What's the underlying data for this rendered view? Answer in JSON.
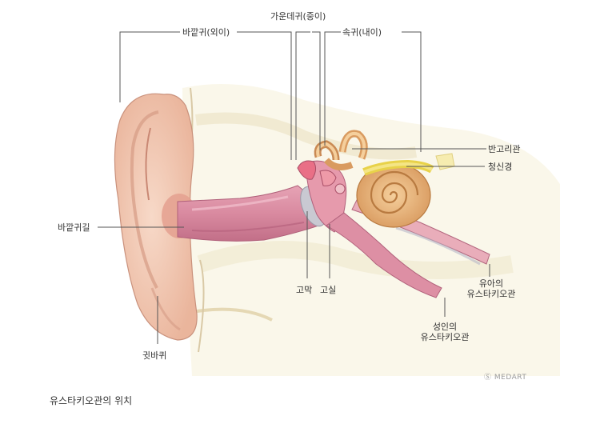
{
  "labels": {
    "outer_ear": "바깥귀(외이)",
    "middle_ear": "가운데귀(중이)",
    "inner_ear": "속귀(내이)",
    "semicircular_canal": "반고리관",
    "auditory_nerve": "청신경",
    "ear_canal": "바깥귀길",
    "eardrum": "고막",
    "tympanic_cavity": "고실",
    "infant_tube_line1": "유아의",
    "infant_tube_line2": "유스타키오관",
    "adult_tube_line1": "성인의",
    "adult_tube_line2": "유스타키오관",
    "auricle": "귓바퀴"
  },
  "credit": "Ⓢ MEDART",
  "caption": "유스타키오관의 위치",
  "colors": {
    "skin": "#f3c9b4",
    "canal": "#d98aa0",
    "cochlea": "#e7b27e",
    "nerve": "#f1e26b",
    "leader": "#555555"
  }
}
